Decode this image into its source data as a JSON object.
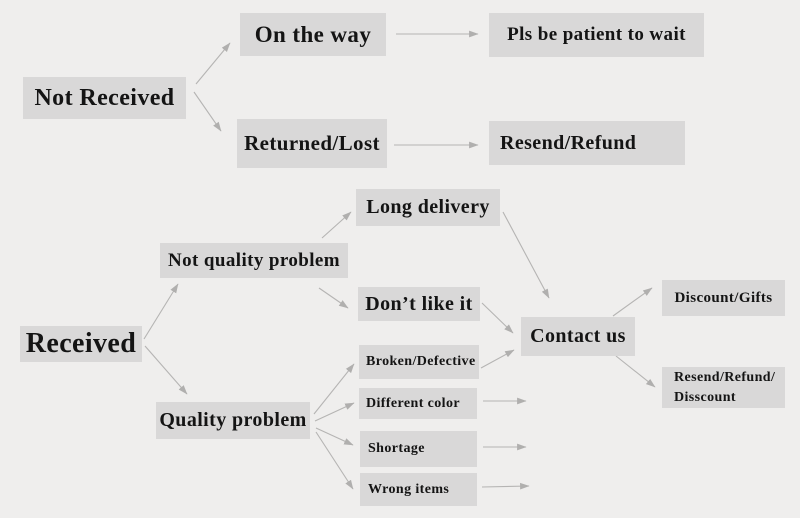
{
  "page": {
    "background_color": "#efeeed",
    "node_fill_color": "#d9d8d8",
    "text_color": "#141414",
    "arrow_color": "#b5b4b3"
  },
  "nodes": {
    "not_received": {
      "label": "Not Received"
    },
    "on_the_way": {
      "label": "On the way"
    },
    "pls_be_patient": {
      "label": "Pls be patient to wait"
    },
    "returned_lost": {
      "label": "Returned/Lost"
    },
    "resend_refund": {
      "label": "Resend/Refund"
    },
    "received": {
      "label": "Received"
    },
    "not_quality_problem": {
      "label": "Not quality problem"
    },
    "long_delivery": {
      "label": "Long delivery"
    },
    "dont_like_it": {
      "label": "Don’t like it"
    },
    "quality_problem": {
      "label": "Quality problem"
    },
    "contact_us": {
      "label": "Contact us"
    },
    "discount_gifts": {
      "label": "Discount/Gifts"
    },
    "broken_defective": {
      "label": "Broken/Defective"
    },
    "different_color": {
      "label": "Different color"
    },
    "shortage": {
      "label": "Shortage"
    },
    "wrong_items": {
      "label": "Wrong items"
    },
    "resend_refund_disscount": {
      "line1": "Resend/Refund/",
      "line2": "Disscount"
    }
  }
}
